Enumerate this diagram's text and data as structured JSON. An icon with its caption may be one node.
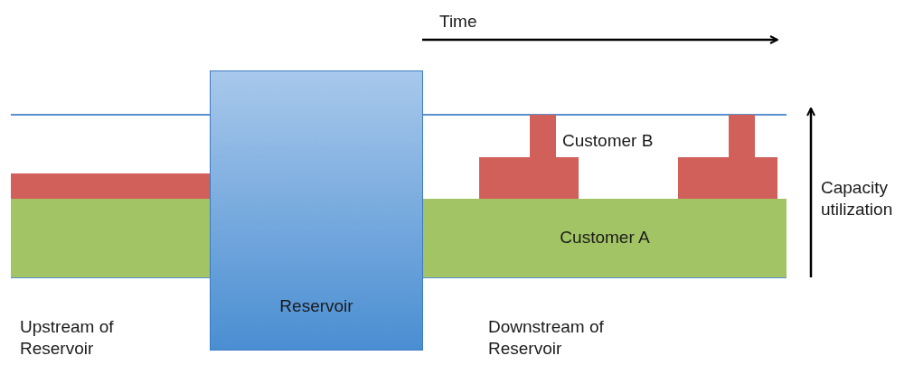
{
  "diagram": {
    "nodes": [
      {
        "text": [],
        "shape": "bar"
      },
      {
        "text": [],
        "shape": "bar"
      },
      {
        "text": [
          "Reservoir"
        ]
      },
      {
        "text": [],
        "shape": "bar"
      },
      {
        "text": [],
        "shape": "bar"
      },
      {
        "text": [
          "Customer A"
        ]
      }
    ],
    "labels": [
      "Time",
      "Customer B",
      "Capacity utilization",
      "Upstream of Reservoir",
      "Downstream of Reservoir"
    ]
  }
}
